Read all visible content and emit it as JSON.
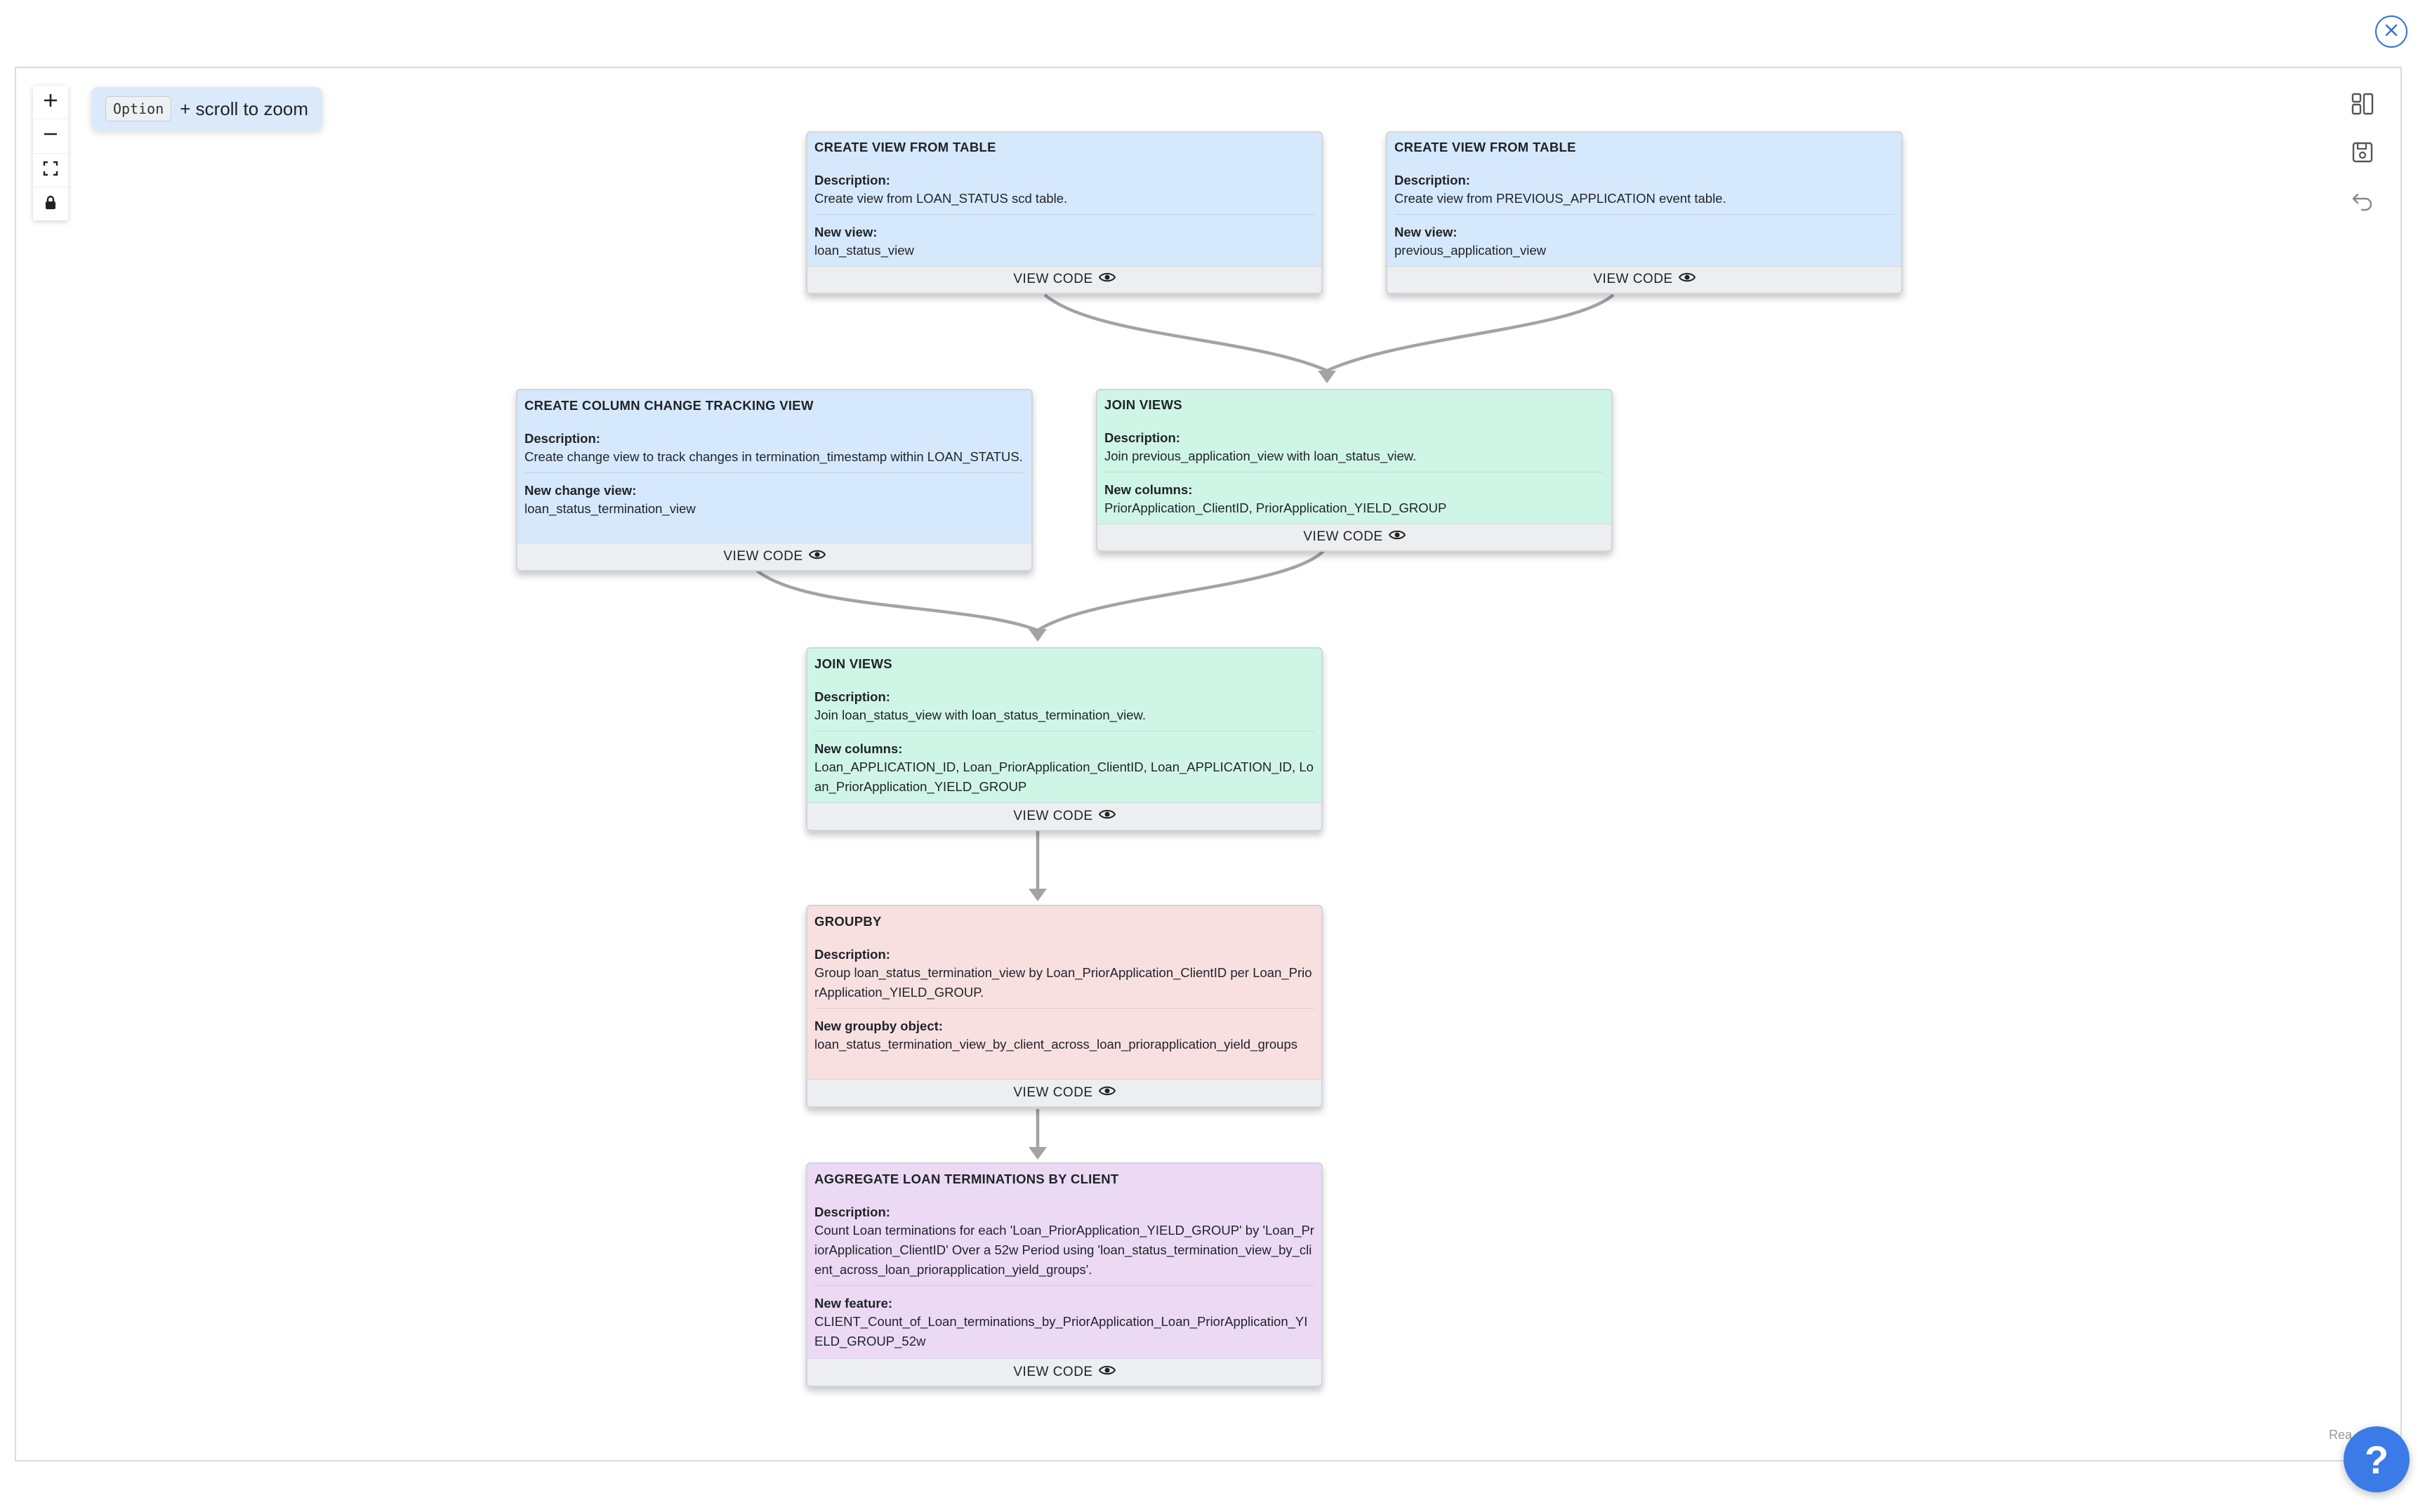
{
  "zoom_hint": {
    "key": "Option",
    "text": "+ scroll to zoom"
  },
  "attribution": "Rea",
  "help": {
    "label": "?"
  },
  "nodes": [
    {
      "title": "CREATE VIEW FROM TABLE",
      "color": "#d6e8fb",
      "fields": [
        {
          "label": "Description:",
          "value": "Create view from LOAN_STATUS scd table."
        },
        {
          "label": "New view:",
          "value": "loan_status_view"
        }
      ],
      "action": "VIEW CODE"
    },
    {
      "title": "CREATE VIEW FROM TABLE",
      "color": "#d6e8fb",
      "fields": [
        {
          "label": "Description:",
          "value": "Create view from PREVIOUS_APPLICATION event table."
        },
        {
          "label": "New view:",
          "value": "previous_application_view"
        }
      ],
      "action": "VIEW CODE"
    },
    {
      "title": "CREATE COLUMN CHANGE TRACKING VIEW",
      "color": "#d6e8fb",
      "fields": [
        {
          "label": "Description:",
          "value": "Create change view to track changes in termination_timestamp within LOAN_STATUS."
        },
        {
          "label": "New change view:",
          "value": "loan_status_termination_view"
        }
      ],
      "action": "VIEW CODE"
    },
    {
      "title": "JOIN VIEWS",
      "color": "#cff5e7",
      "fields": [
        {
          "label": "Description:",
          "value": "Join previous_application_view with loan_status_view."
        },
        {
          "label": "New columns:",
          "value": "PriorApplication_ClientID, PriorApplication_YIELD_GROUP"
        }
      ],
      "action": "VIEW CODE"
    },
    {
      "title": "JOIN VIEWS",
      "color": "#cff5e7",
      "fields": [
        {
          "label": "Description:",
          "value": "Join loan_status_view with loan_status_termination_view."
        },
        {
          "label": "New columns:",
          "value": "Loan_APPLICATION_ID, Loan_PriorApplication_ClientID, Loan_APPLICATION_ID, Loan_PriorApplication_YIELD_GROUP"
        }
      ],
      "action": "VIEW CODE"
    },
    {
      "title": "GROUPBY",
      "color": "#f8e0e1",
      "fields": [
        {
          "label": "Description:",
          "value": "Group loan_status_termination_view by Loan_PriorApplication_ClientID per Loan_PriorApplication_YIELD_GROUP."
        },
        {
          "label": "New groupby object:",
          "value": "loan_status_termination_view_by_client_across_loan_priorapplication_yield_groups"
        }
      ],
      "action": "VIEW CODE"
    },
    {
      "title": "AGGREGATE LOAN TERMINATIONS BY CLIENT",
      "color": "#ecdaf5",
      "fields": [
        {
          "label": "Description:",
          "value": "Count Loan terminations for each 'Loan_PriorApplication_YIELD_GROUP' by 'Loan_PriorApplication_ClientID' Over a 52w Period using 'loan_status_termination_view_by_client_across_loan_priorapplication_yield_groups'."
        },
        {
          "label": "New feature:",
          "value": "CLIENT_Count_of_Loan_terminations_by_PriorApplication_Loan_PriorApplication_YIELD_GROUP_52w"
        }
      ],
      "action": "VIEW CODE"
    }
  ]
}
